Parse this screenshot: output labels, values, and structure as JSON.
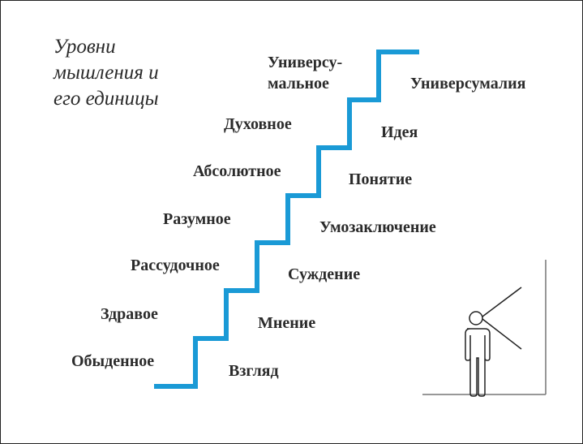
{
  "title": [
    "Уровни",
    "мышления и",
    "его единицы"
  ],
  "levels_left": [
    "Обыденное",
    "Здравое",
    "Рассудочное",
    "Разумное",
    "Абсолютное",
    "Духовное",
    "Универсу-",
    "мальное"
  ],
  "units_right": [
    "Взгляд",
    "Мнение",
    "Суждение",
    "Умозаключение",
    "Понятие",
    "Идея",
    "Универсумалия"
  ],
  "colors": {
    "stair": "#1a9ad6",
    "text": "#2b2b2b"
  }
}
